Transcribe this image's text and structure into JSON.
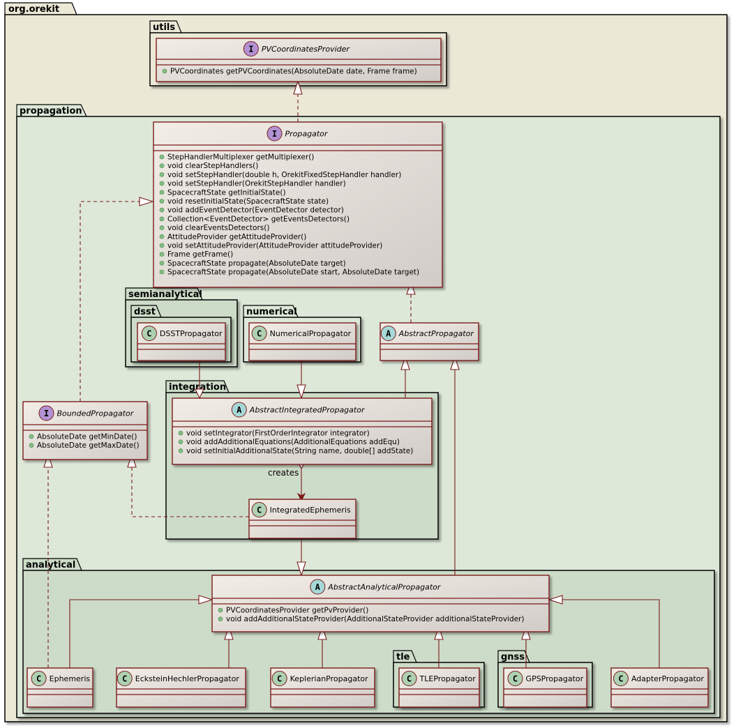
{
  "colors": {
    "root_bg": "#ebe8d6",
    "propagation_bg": "#dde8d8",
    "nested_bg": "#cddcc8",
    "border": "#000000",
    "class_border": "#7a1a1a",
    "class_fill_start": "#f2ede6",
    "class_fill_end": "#d2ccc8",
    "interface_circle": "#b292d2",
    "abstract_circle": "#a6d8d8",
    "class_circle": "#add1b2",
    "visibility_dot": "#84be84",
    "edge": "#7a1a1a"
  },
  "packages": {
    "root": "org.orekit",
    "utils": "utils",
    "propagation": "propagation",
    "semianalytical": "semianalytical",
    "dsst": "dsst",
    "numerical": "numerical",
    "integration": "integration",
    "analytical": "analytical",
    "tle": "tle",
    "gnss": "gnss"
  },
  "classes": {
    "pvcoords": {
      "kind": "I",
      "name": "PVCoordinatesProvider",
      "members": [
        "PVCoordinates getPVCoordinates(AbsoluteDate date, Frame frame)"
      ]
    },
    "propagator": {
      "kind": "I",
      "name": "Propagator",
      "members": [
        "StepHandlerMultiplexer getMultiplexer()",
        "void clearStepHandlers()",
        "void setStepHandler(double h, OrekitFixedStepHandler handler)",
        "void setStepHandler(OrekitStepHandler handler)",
        "SpacecraftState getInitialState()",
        "void resetInitialState(SpacecraftState state)",
        "void addEventDetector(EventDetector detector)",
        "Collection<EventDetector> getEventsDetectors()",
        "void clearEventsDetectors()",
        "AttitudeProvider getAttitudeProvider()",
        "void setAttitudeProvider(AttitudeProvider attitudeProvider)",
        "Frame getFrame()",
        "SpacecraftState propagate(AbsoluteDate target)",
        "SpacecraftState propagate(AbsoluteDate start, AbsoluteDate target)"
      ]
    },
    "dsst": {
      "kind": "C",
      "name": "DSSTPropagator",
      "members": []
    },
    "numerical": {
      "kind": "C",
      "name": "NumericalPropagator",
      "members": []
    },
    "abstractprop": {
      "kind": "A",
      "name": "AbstractPropagator",
      "members": []
    },
    "bounded": {
      "kind": "I",
      "name": "BoundedPropagator",
      "members": [
        "AbsoluteDate getMinDate()",
        "AbsoluteDate getMaxDate()"
      ]
    },
    "abstractint": {
      "kind": "A",
      "name": "AbstractIntegratedPropagator",
      "members": [
        "void setIntegrator(FirstOrderIntegrator integrator)",
        "void addAdditionalEquations(AdditionalEquations addEqu)",
        "void setInitialAdditionalState(String name, double[] addState)"
      ]
    },
    "integeph": {
      "kind": "C",
      "name": "IntegratedEphemeris",
      "members": []
    },
    "abstractana": {
      "kind": "A",
      "name": "AbstractAnalyticalPropagator",
      "members": [
        "PVCoordinatesProvider getPvProvider()",
        "void addAdditionalStateProvider(AdditionalStateProvider additionalStateProvider)"
      ]
    },
    "ephemeris": {
      "kind": "C",
      "name": "Ephemeris",
      "members": []
    },
    "eckstein": {
      "kind": "C",
      "name": "EcksteinHechlerPropagator",
      "members": []
    },
    "keplerian": {
      "kind": "C",
      "name": "KeplerianPropagator",
      "members": []
    },
    "tleprop": {
      "kind": "C",
      "name": "TLEPropagator",
      "members": []
    },
    "gpsprop": {
      "kind": "C",
      "name": "GPSPropagator",
      "members": []
    },
    "adapter": {
      "kind": "C",
      "name": "AdapterPropagator",
      "members": []
    }
  },
  "edges": {
    "creates_label": "creates"
  }
}
